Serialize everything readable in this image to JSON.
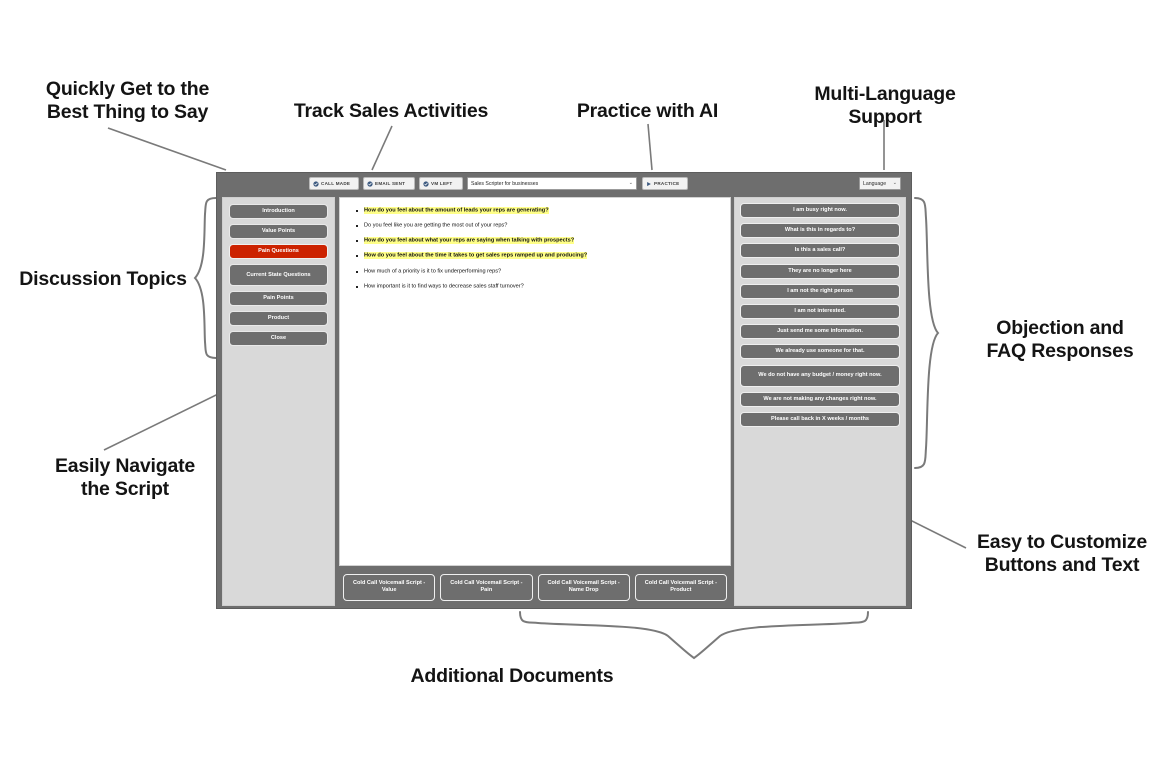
{
  "annotations": {
    "quick_get": "Quickly Get to the\nBest Thing to Say",
    "track_sales": "Track Sales Activities",
    "practice_ai": "Practice with AI",
    "multi_language": "Multi-Language\nSupport",
    "discussion_topics": "Discussion Topics",
    "easily_navigate": "Easily Navigate\nthe Script",
    "objection_faq": "Objection and\nFAQ Responses",
    "easy_customize": "Easy to Customize\nButtons and Text",
    "additional_documents": "Additional Documents"
  },
  "toolbar": {
    "call_made_label": "CALL MADE",
    "email_sent_label": "EMAIL SENT",
    "vm_left_label": "VM LEFT",
    "call_made_icon": "check-circle-icon",
    "email_sent_icon": "check-circle-icon",
    "vm_left_icon": "check-circle-icon",
    "practice_label": "PRACTICE",
    "practice_icon": "play-icon",
    "script_select_value": "Sales Scripter for businesses",
    "script_select_caret": "⌄",
    "language_select_value": "Language",
    "language_select_caret": "⌄"
  },
  "sidebar": {
    "items": [
      {
        "label": "Introduction",
        "active": false
      },
      {
        "label": "Value Points",
        "active": false
      },
      {
        "label": "Pain Questions",
        "active": true
      },
      {
        "label": "Current State Questions",
        "active": false
      },
      {
        "label": "Pain Points",
        "active": false
      },
      {
        "label": "Product",
        "active": false
      },
      {
        "label": "Close",
        "active": false
      }
    ]
  },
  "script": {
    "lines": [
      {
        "text": "How do you feel about the amount of leads your reps are generating?",
        "highlighted": true
      },
      {
        "text": "Do you feel like you are getting the most out of your reps?",
        "highlighted": false
      },
      {
        "text": "How do you feel about what your reps are saying when talking with prospects?",
        "highlighted": true
      },
      {
        "text": "How do you feel about the time it takes to get sales reps ramped up and producing?",
        "highlighted": true
      },
      {
        "text": "How much of a priority is it to fix underperforming reps?",
        "highlighted": false
      },
      {
        "text": "How important is it to find ways to decrease sales staff turnover?",
        "highlighted": false
      }
    ]
  },
  "objections": {
    "items": [
      "I am busy right now.",
      "What is this in regards to?",
      "Is this a sales call?",
      "They are no longer here",
      "I am not the right person",
      "I am not interested.",
      "Just send me some information.",
      "We already use someone for that.",
      "We do not have any budget / money right now.",
      "We are not making any changes right now.",
      "Please call back in X weeks / months"
    ]
  },
  "documents": {
    "items": [
      "Cold Call Voicemail Script - Value",
      "Cold Call Voicemail Script - Pain",
      "Cold Call Voicemail Script - Name Drop",
      "Cold Call Voicemail Script - Product"
    ]
  },
  "colors": {
    "accent_red": "#cc2200",
    "button_gray": "#6e6e6e",
    "panel_gray": "#d9d9d9",
    "highlight_yellow": "#ffff88"
  }
}
